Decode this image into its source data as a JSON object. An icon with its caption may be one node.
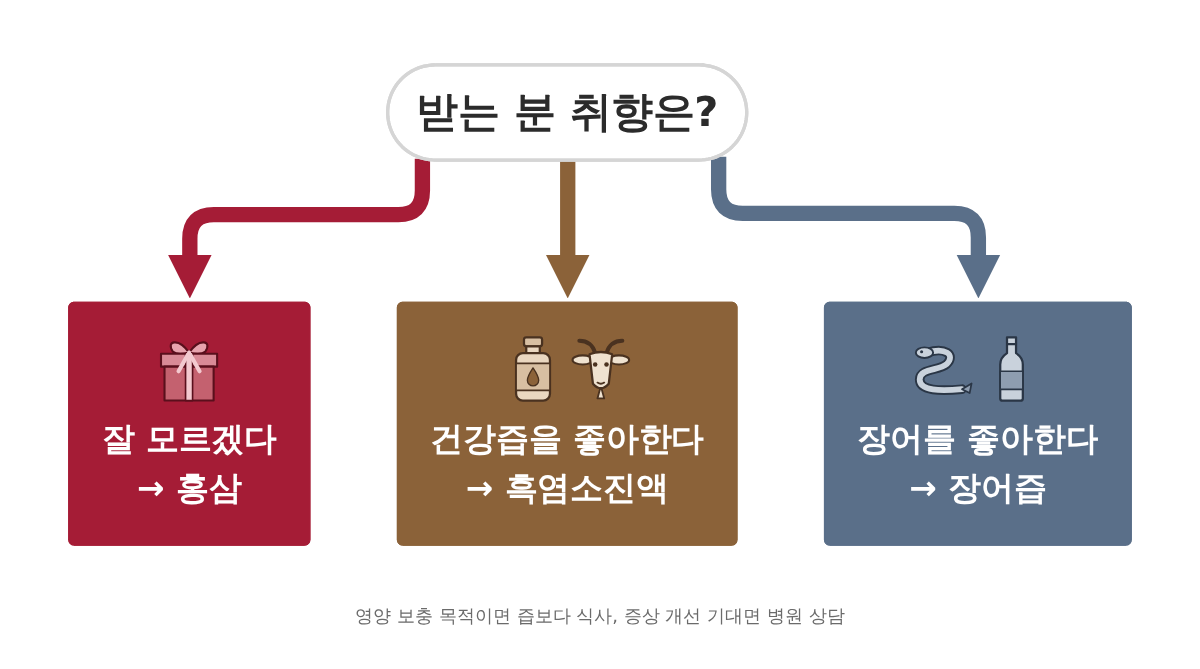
{
  "diagram": {
    "caption": "영양 보충 목적이면 즙보다 식사, 증상 개선 기대면 병원 상담",
    "nodes": [
      {
        "text": [
          "받는 분 취향은?"
        ]
      },
      {
        "text": [
          "잘 모르겠다",
          "→ 홍삼"
        ]
      },
      {
        "text": [
          "건강즙을 좋아한다",
          "→ 흑염소진액"
        ]
      },
      {
        "text": [
          "장어를 좋아한다",
          "→ 장어즙"
        ]
      }
    ],
    "edges": [
      {
        "from": 0,
        "to": 1,
        "arrow": "to",
        "color": "#a51c36"
      },
      {
        "from": 0,
        "to": 2,
        "arrow": "to",
        "color": "#8b6239"
      },
      {
        "from": 0,
        "to": 3,
        "arrow": "to",
        "color": "#5a6f89"
      }
    ]
  }
}
